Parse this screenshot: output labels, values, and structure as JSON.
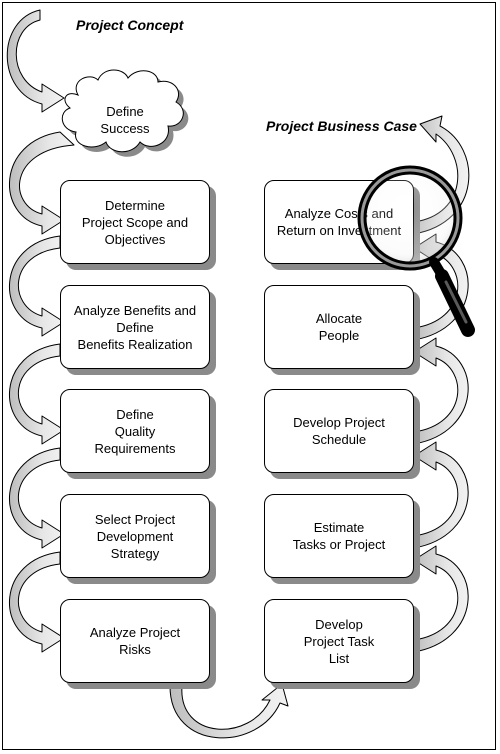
{
  "titles": {
    "concept": "Project Concept",
    "business_case": "Project Business Case"
  },
  "cloud": {
    "label": "Define\nSuccess"
  },
  "left_steps": [
    {
      "label": "Determine\nProject Scope and\nObjectives"
    },
    {
      "label": "Analyze Benefits and\nDefine\nBenefits Realization"
    },
    {
      "label": "Define\nQuality\nRequirements"
    },
    {
      "label": "Select Project\nDevelopment\nStrategy"
    },
    {
      "label": "Analyze Project\nRisks"
    }
  ],
  "right_steps": [
    {
      "label": "Analyze Costs and\nReturn on Investment"
    },
    {
      "label": "Allocate\nPeople"
    },
    {
      "label": "Develop Project\nSchedule"
    },
    {
      "label": "Estimate\nTasks or Project"
    },
    {
      "label": "Develop\nProject Task\nList"
    }
  ],
  "icons": {
    "magnifier": "magnifying-glass-icon"
  }
}
